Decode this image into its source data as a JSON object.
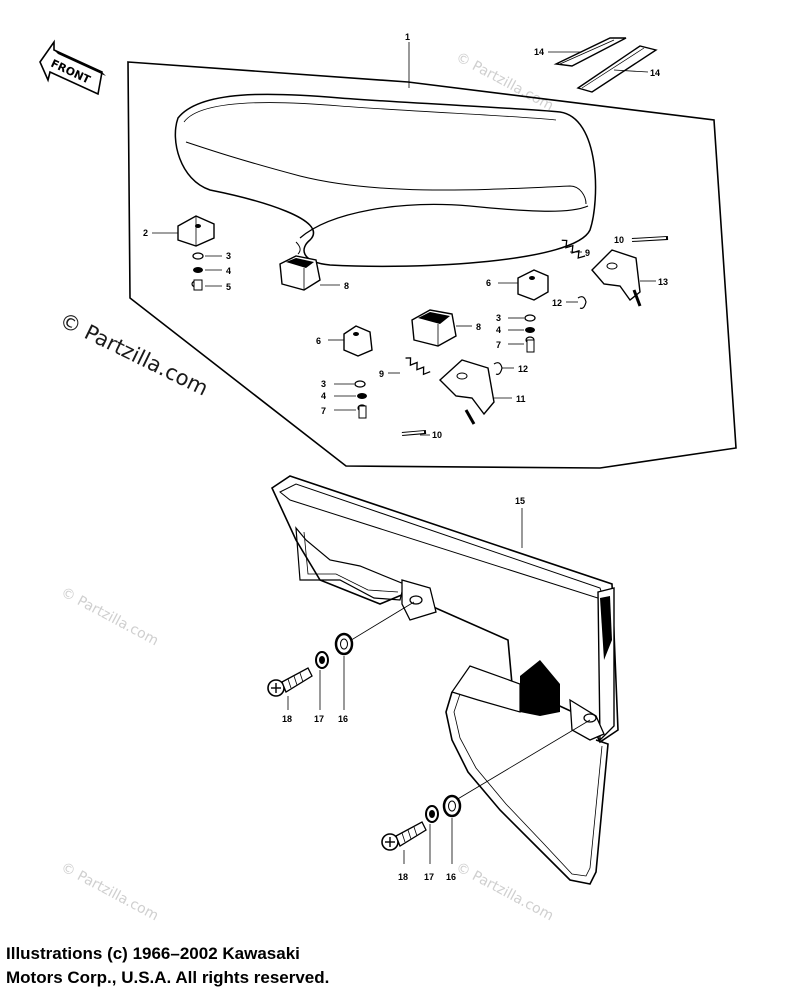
{
  "front_arrow": {
    "label": "FRONT"
  },
  "watermark": {
    "main": "© Partzilla.com",
    "faint": "© Partzilla.com"
  },
  "parts": {
    "p1": "1",
    "p2": "2",
    "p3": "3",
    "p4": "4",
    "p5": "5",
    "p6": "6",
    "p7": "7",
    "p8": "8",
    "p9": "9",
    "p10": "10",
    "p11": "11",
    "p12": "12",
    "p13": "13",
    "p14": "14",
    "p15": "15",
    "p16": "16",
    "p17": "17",
    "p18": "18"
  },
  "copyright": {
    "line1": "Illustrations (c) 1966–2002 Kawasaki",
    "line2": "Motors Corp., U.S.A.  All rights reserved."
  }
}
